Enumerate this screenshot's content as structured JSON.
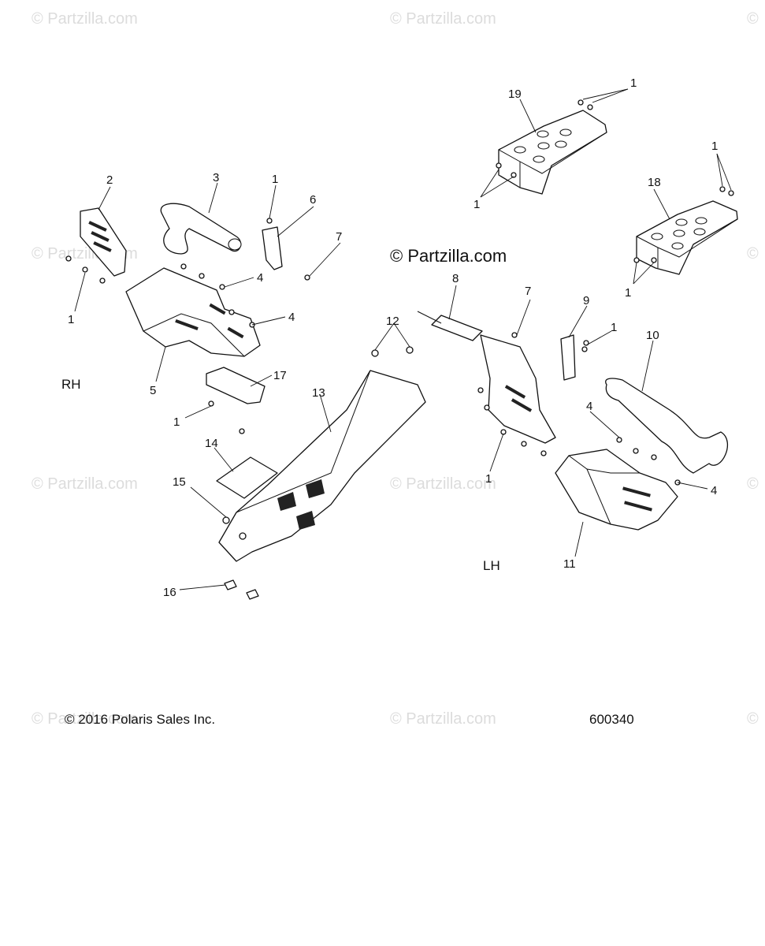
{
  "watermark": "© Partzilla.com",
  "center_watermark": "© Partzilla.com",
  "side_labels": {
    "rh": "RH",
    "lh": "LH"
  },
  "footer": {
    "copyright": "© 2016 Polaris Sales Inc.",
    "diagram_number": "600340"
  },
  "callouts": {
    "c1": "1",
    "c2": "2",
    "c3": "3",
    "c4": "4",
    "c5": "5",
    "c6": "6",
    "c7": "7",
    "c8": "8",
    "c9": "9",
    "c10": "10",
    "c11": "11",
    "c12": "12",
    "c13": "13",
    "c14": "14",
    "c15": "15",
    "c16": "16",
    "c17": "17",
    "c18": "18",
    "c19": "19"
  }
}
